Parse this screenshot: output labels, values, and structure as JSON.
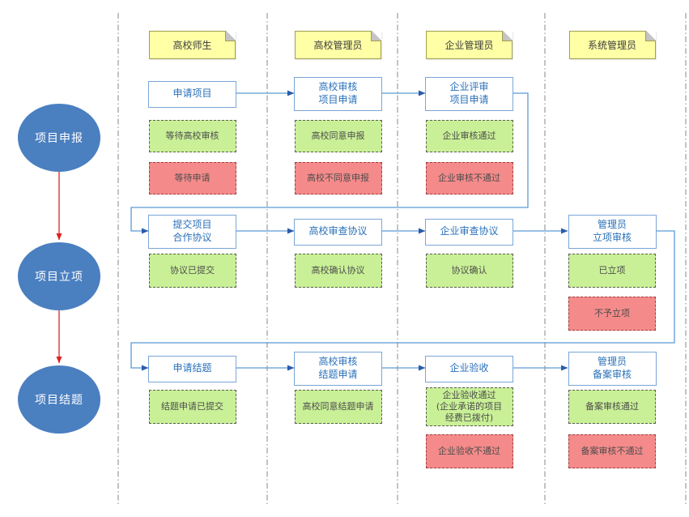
{
  "lanes": [
    {
      "id": "university-staff",
      "header": "高校师生"
    },
    {
      "id": "university-admin",
      "header": "高校管理员"
    },
    {
      "id": "enterprise-admin",
      "header": "企业管理员"
    },
    {
      "id": "system-admin",
      "header": "系统管理员"
    }
  ],
  "phases": [
    {
      "id": "project-declare",
      "label": "项目申报"
    },
    {
      "id": "project-approve",
      "label": "项目立项"
    },
    {
      "id": "project-conclude",
      "label": "项目结题"
    }
  ],
  "steps": [
    {
      "id": "apply-project",
      "lane": 0,
      "row": 0,
      "label": "申请项目"
    },
    {
      "id": "univ-review-application",
      "lane": 1,
      "row": 0,
      "label": "高校审核\n项目申请"
    },
    {
      "id": "ent-review-application",
      "lane": 2,
      "row": 0,
      "label": "企业评审\n项目申请"
    },
    {
      "id": "submit-agreement",
      "lane": 0,
      "row": 1,
      "label": "提交项目\n合作协议"
    },
    {
      "id": "univ-review-agreement",
      "lane": 1,
      "row": 1,
      "label": "高校审查协议"
    },
    {
      "id": "ent-review-agreement",
      "lane": 2,
      "row": 1,
      "label": "企业审查协议"
    },
    {
      "id": "admin-approval-review",
      "lane": 3,
      "row": 1,
      "label": "管理员\n立项审核"
    },
    {
      "id": "apply-conclusion",
      "lane": 0,
      "row": 2,
      "label": "申请结题"
    },
    {
      "id": "univ-review-conclusion",
      "lane": 1,
      "row": 2,
      "label": "高校审核\n结题申请"
    },
    {
      "id": "ent-acceptance",
      "lane": 2,
      "row": 2,
      "label": "企业验收"
    },
    {
      "id": "admin-record-review",
      "lane": 3,
      "row": 2,
      "label": "管理员\n备案审核"
    }
  ],
  "statuses": [
    {
      "id": "waiting-univ-review",
      "lane": 0,
      "row": 0,
      "slot": 0,
      "type": "success",
      "label": "等待高校审核"
    },
    {
      "id": "waiting-apply",
      "lane": 0,
      "row": 0,
      "slot": 1,
      "type": "fail",
      "label": "等待申请"
    },
    {
      "id": "univ-agree-declare",
      "lane": 1,
      "row": 0,
      "slot": 0,
      "type": "success",
      "label": "高校同意申报"
    },
    {
      "id": "univ-disagree-declare",
      "lane": 1,
      "row": 0,
      "slot": 1,
      "type": "fail",
      "label": "高校不同意申报"
    },
    {
      "id": "ent-review-pass",
      "lane": 2,
      "row": 0,
      "slot": 0,
      "type": "success",
      "label": "企业审核通过"
    },
    {
      "id": "ent-review-fail",
      "lane": 2,
      "row": 0,
      "slot": 1,
      "type": "fail",
      "label": "企业审核不通过"
    },
    {
      "id": "agreement-submitted",
      "lane": 0,
      "row": 1,
      "slot": 0,
      "type": "success",
      "label": "协议已提交"
    },
    {
      "id": "univ-confirm-agreement",
      "lane": 1,
      "row": 1,
      "slot": 0,
      "type": "success",
      "label": "高校确认协议"
    },
    {
      "id": "agreement-confirmed",
      "lane": 2,
      "row": 1,
      "slot": 0,
      "type": "success",
      "label": "协议确认"
    },
    {
      "id": "project-approved",
      "lane": 3,
      "row": 1,
      "slot": 0,
      "type": "success",
      "label": "已立项"
    },
    {
      "id": "project-rejected",
      "lane": 3,
      "row": 1,
      "slot": 1,
      "type": "fail",
      "label": "不予立项"
    },
    {
      "id": "conclusion-submitted",
      "lane": 0,
      "row": 2,
      "slot": 0,
      "type": "success",
      "label": "结题申请已提交"
    },
    {
      "id": "univ-agree-conclusion",
      "lane": 1,
      "row": 2,
      "slot": 0,
      "type": "success",
      "label": "高校同意结题申请"
    },
    {
      "id": "ent-acceptance-pass",
      "lane": 2,
      "row": 2,
      "slot": 0,
      "type": "success",
      "label": "企业验收通过\n(企业承诺的项目\n经费已拨付)"
    },
    {
      "id": "ent-acceptance-fail",
      "lane": 2,
      "row": 2,
      "slot": 1,
      "type": "fail",
      "label": "企业验收不通过"
    },
    {
      "id": "record-review-pass",
      "lane": 3,
      "row": 2,
      "slot": 0,
      "type": "success",
      "label": "备案审核通过"
    },
    {
      "id": "record-review-fail",
      "lane": 3,
      "row": 2,
      "slot": 1,
      "type": "fail",
      "label": "备案审核不通过"
    }
  ],
  "colors": {
    "phase_circle_fill": "#4a7fc0",
    "phase_circle_text": "#ffffff",
    "step_border": "#7aa6d8",
    "step_text": "#2970b8",
    "flow_arrow": "#5b9bd5",
    "flow_arrowhead": "#2a5caa",
    "phase_arrow": "#dd2222",
    "note_fill": "#ffffa6",
    "note_border": "#a0a050",
    "success_fill": "#c9f096",
    "success_border": "#5c5c5c",
    "fail_fill": "#f58a8a",
    "fail_border": "#9c4040",
    "lane_divider": "#9b9b9b",
    "status_text": "#4d4d4d"
  }
}
